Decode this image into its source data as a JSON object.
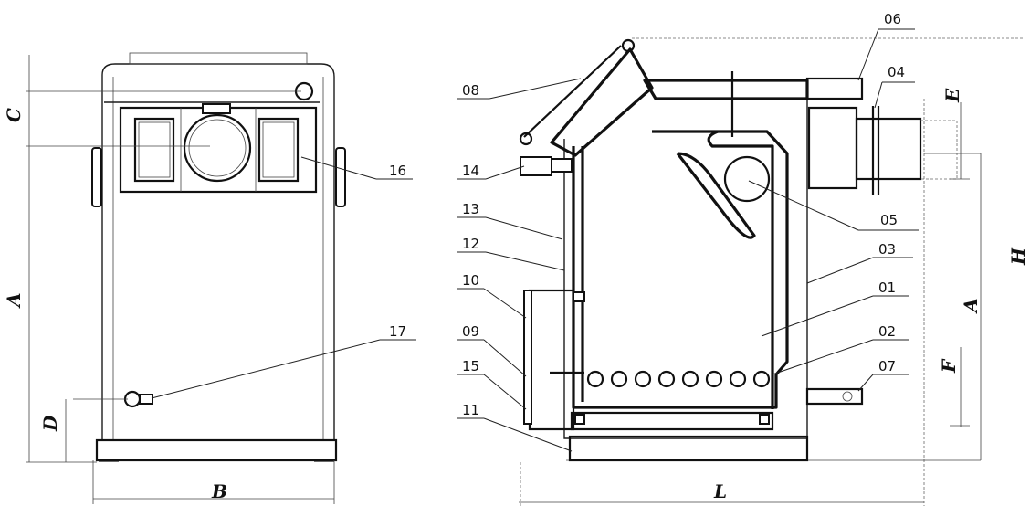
{
  "callouts": {
    "c01": "01",
    "c02": "02",
    "c03": "03",
    "c04": "04",
    "c05": "05",
    "c06": "06",
    "c07": "07",
    "c08": "08",
    "c09": "09",
    "c10": "10",
    "c11": "11",
    "c12": "12",
    "c13": "13",
    "c14": "14",
    "c15": "15",
    "c16": "16",
    "c17": "17"
  },
  "dimensions": {
    "a_front": "A",
    "b": "B",
    "c": "C",
    "d": "D",
    "l": "L",
    "h": "H",
    "a_side": "A",
    "e": "E",
    "f": "F"
  }
}
